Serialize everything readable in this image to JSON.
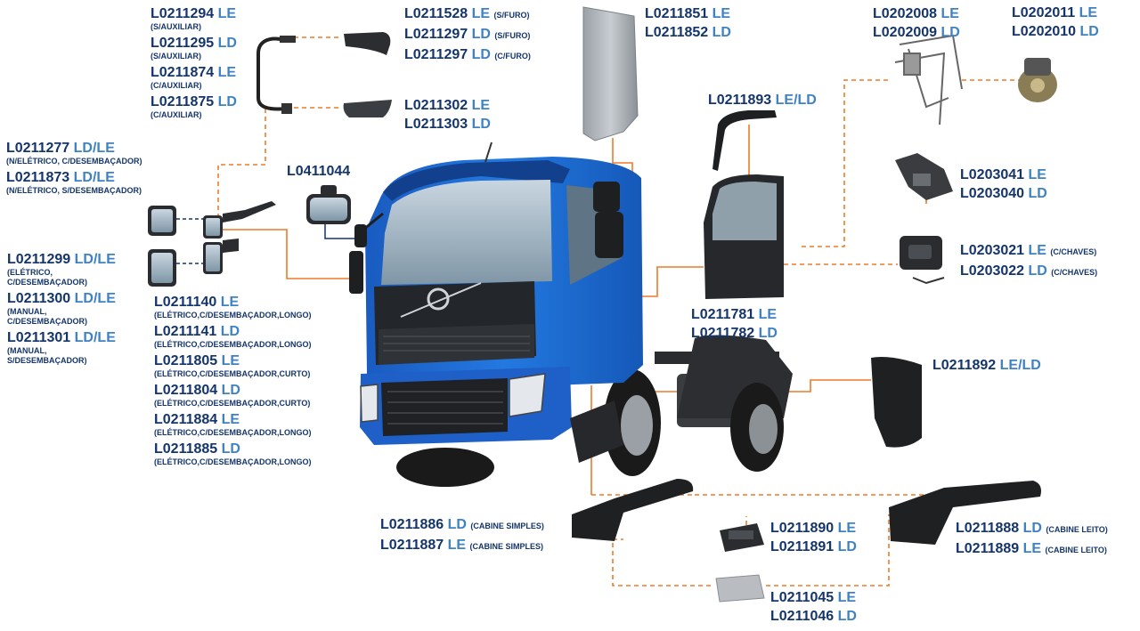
{
  "colors": {
    "brand": "#14356b",
    "side": "#3f82c4",
    "leader": "#ef7a2a",
    "truck": "#1f6bd1"
  },
  "groups": {
    "mirror_arms": [
      {
        "code": "L0211294",
        "side": "LE",
        "note": "(S/AUXILIAR)"
      },
      {
        "code": "L0211295",
        "side": "LD",
        "note": "(S/AUXILIAR)"
      },
      {
        "code": "L0211874",
        "side": "LE",
        "note": "(C/AUXILIAR)"
      },
      {
        "code": "L0211875",
        "side": "LD",
        "note": "(C/AUXILIAR)"
      }
    ],
    "mirror_covers": [
      {
        "code": "L0211528",
        "side": "LE",
        "note": "(S/FURO)"
      },
      {
        "code": "L0211297",
        "side": "LD",
        "note": "(S/FURO)"
      },
      {
        "code": "L0211297",
        "side": "LD",
        "note": "(C/FURO)"
      }
    ],
    "mirror_caps": [
      {
        "code": "L0211302",
        "side": "LE"
      },
      {
        "code": "L0211303",
        "side": "LD"
      }
    ],
    "side_panels": [
      {
        "code": "L0211851",
        "side": "LE"
      },
      {
        "code": "L0211852",
        "side": "LD"
      }
    ],
    "door_visor": [
      {
        "code": "L0211893",
        "side": "LE/LD"
      }
    ],
    "regulators": [
      {
        "code": "L0202008",
        "side": "LE"
      },
      {
        "code": "L0202009",
        "side": "LD"
      }
    ],
    "motors": [
      {
        "code": "L0202011",
        "side": "LE"
      },
      {
        "code": "L0202010",
        "side": "LD"
      }
    ],
    "mirror_glass_top": [
      {
        "code": "L0211277",
        "side": "LD/LE",
        "note": "(N/ELÉTRICO, C/DESEMBAÇADOR)"
      },
      {
        "code": "L0211873",
        "side": "LD/LE",
        "note": "(N/ELÉTRICO, S/DESEMBAÇADOR)"
      }
    ],
    "aux_mirror": [
      {
        "code": "L0411044",
        "side": ""
      }
    ],
    "locks": [
      {
        "code": "L0203041",
        "side": "LE"
      },
      {
        "code": "L0203040",
        "side": "LD"
      }
    ],
    "handles": [
      {
        "code": "L0203021",
        "side": "LE",
        "note": "(C/CHAVES)"
      },
      {
        "code": "L0203022",
        "side": "LD",
        "note": "(C/CHAVES)"
      }
    ],
    "mirror_glass_left": [
      {
        "code": "L0211299",
        "side": "LD/LE",
        "note": "(ELÉTRICO,",
        "note2": "C/DESEMBAÇADOR)"
      },
      {
        "code": "L0211300",
        "side": "LD/LE",
        "note": "(MANUAL,",
        "note2": "C/DESEMBAÇADOR)"
      },
      {
        "code": "L0211301",
        "side": "LD/LE",
        "note": "(MANUAL,",
        "note2": "S/DESEMBAÇADOR)"
      }
    ],
    "mirrors_main": [
      {
        "code": "L0211140",
        "side": "LE",
        "note": "(ELÉTRICO,C/DESEMBAÇADOR,LONGO)"
      },
      {
        "code": "L0211141",
        "side": "LD",
        "note": "(ELÉTRICO,C/DESEMBAÇADOR,LONGO)"
      },
      {
        "code": "L0211805",
        "side": "LE",
        "note": "(ELÉTRICO,C/DESEMBAÇADOR,CURTO)"
      },
      {
        "code": "L0211804",
        "side": "LD",
        "note": "(ELÉTRICO,C/DESEMBAÇADOR,CURTO)"
      },
      {
        "code": "L0211884",
        "side": "LE",
        "note": "(ELÉTRICO,C/DESEMBAÇADOR,LONGO)"
      },
      {
        "code": "L0211885",
        "side": "LD",
        "note": "(ELÉTRICO,C/DESEMBAÇADOR,LONGO)"
      }
    ],
    "doors": [
      {
        "code": "L0211781",
        "side": "LE"
      },
      {
        "code": "L0211782",
        "side": "LD"
      }
    ],
    "mudflap": [
      {
        "code": "L0211892",
        "side": "LE/LD"
      }
    ],
    "steps_simple": [
      {
        "code": "L0211886",
        "side": "LD",
        "note": "(CABINE SIMPLES)"
      },
      {
        "code": "L0211887",
        "side": "LE",
        "note": "(CABINE SIMPLES)"
      }
    ],
    "steps_sleeper": [
      {
        "code": "L0211888",
        "side": "LD",
        "note": "(CABINE LEITO)"
      },
      {
        "code": "L0211889",
        "side": "LE",
        "note": "(CABINE LEITO)"
      }
    ],
    "step_box": [
      {
        "code": "L0211890",
        "side": "LE"
      },
      {
        "code": "L0211891",
        "side": "LD"
      }
    ],
    "step_plate": [
      {
        "code": "L0211045",
        "side": "LE"
      },
      {
        "code": "L0211046",
        "side": "LD"
      }
    ]
  }
}
